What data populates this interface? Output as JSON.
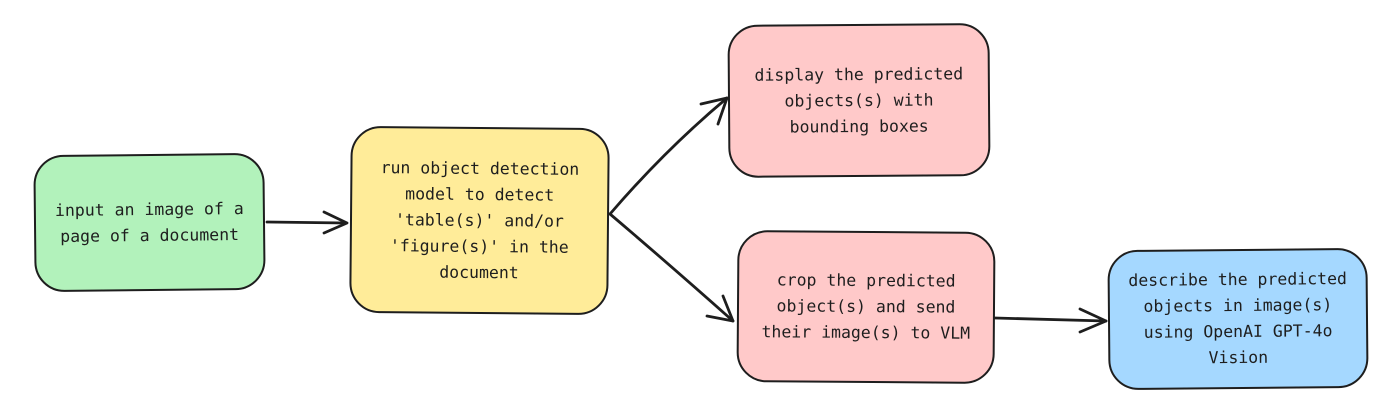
{
  "colors": {
    "stroke": "#1e1e1e",
    "input_fill": "#b2f2bb",
    "detect_fill": "#ffec99",
    "display_fill": "#ffc9c9",
    "crop_fill": "#ffc9c9",
    "describe_fill": "#a5d8ff"
  },
  "nodes": {
    "input": "input an image of a\npage of a document",
    "detect": "run object detection\nmodel to detect\n'table(s)' and/or\n'figure(s)' in the\ndocument",
    "display": "display the predicted\nobjects(s) with\nbounding boxes",
    "crop": "crop the predicted\nobject(s) and send\ntheir image(s) to VLM",
    "describe": "describe the predicted\nobjects in image(s)\nusing OpenAI GPT-4o\nVision"
  }
}
